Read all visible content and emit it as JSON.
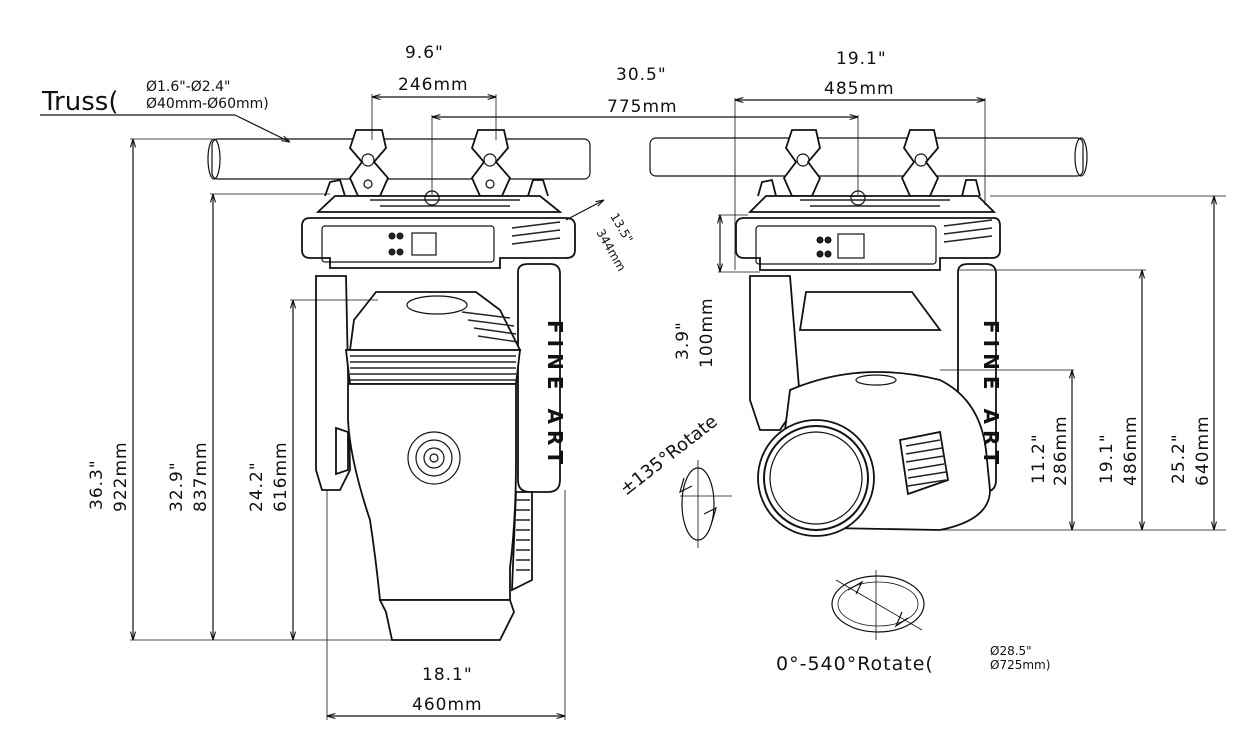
{
  "truss": {
    "label_main": "Truss(",
    "label_top": "Ø1.6\"-Ø2.4\"",
    "label_bottom": "Ø40mm-Ø60mm)"
  },
  "front_view": {
    "clamp_spacing": {
      "inch": "9.6\"",
      "mm": "246mm"
    },
    "center_spacing": {
      "inch": "30.5\"",
      "mm": "775mm"
    },
    "base_depth": {
      "inch": "13.5\"",
      "mm": "344mm"
    },
    "overall_height": {
      "inch": "36.3\"",
      "mm": "922mm"
    },
    "base_to_bottom": {
      "inch": "32.9\"",
      "mm": "837mm"
    },
    "head_height": {
      "inch": "24.2\"",
      "mm": "616mm"
    },
    "width": {
      "inch": "18.1\"",
      "mm": "460mm"
    },
    "brand_text": "FINE ART"
  },
  "side_view": {
    "clamp_span": {
      "inch": "19.1\"",
      "mm": "485mm"
    },
    "base_height": {
      "inch": "3.9\"",
      "mm": "100mm"
    },
    "head_radius": {
      "inch": "11.2\"",
      "mm": "286mm"
    },
    "yoke_height": {
      "inch": "19.1\"",
      "mm": "486mm"
    },
    "total_height": {
      "inch": "25.2\"",
      "mm": "640mm"
    },
    "tilt_label": "±135°Rotate",
    "pan_label": "0°-540°Rotate(",
    "pan_diameter_inch": "Ø28.5\"",
    "pan_diameter_mm": "Ø725mm)",
    "brand_text": "FINE ART"
  }
}
